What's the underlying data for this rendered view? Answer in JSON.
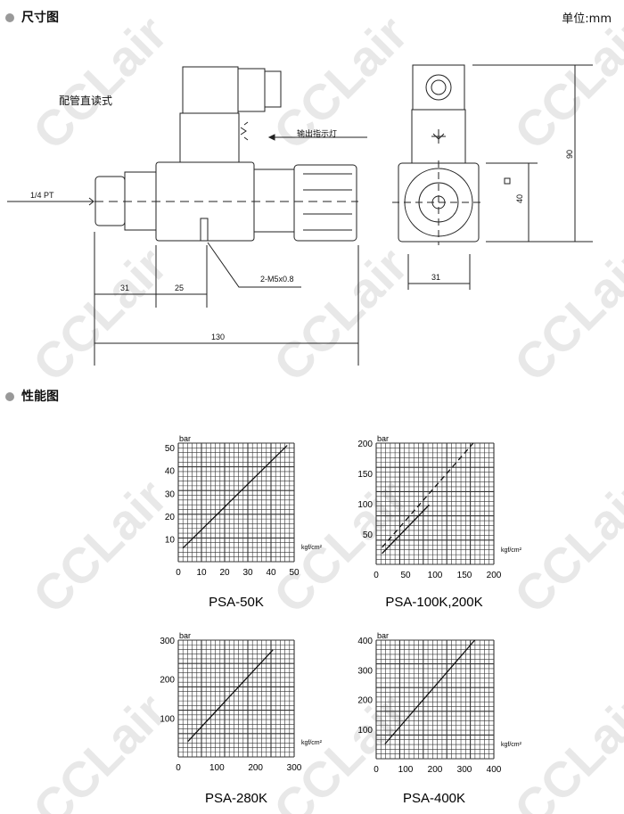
{
  "dimensions": {
    "section_title": "尺寸图",
    "unit_label": "单位:mm",
    "piping_type": "配管直读式",
    "port_label": "1/4 PT",
    "indicator_label": "输出指示灯",
    "screw_label": "2-M5x0.8",
    "dims": {
      "d31a": "31",
      "d25": "25",
      "d130": "130",
      "d90": "90",
      "d40": "40",
      "d31b": "31"
    }
  },
  "performance": {
    "section_title": "性能图"
  },
  "watermark": "CCLair",
  "chart_data": [
    {
      "type": "line",
      "title": "PSA-50K",
      "ylabel": "bar",
      "xlabel": "kgf/cm²",
      "xlim": [
        0,
        50
      ],
      "ylim": [
        0,
        52
      ],
      "xticks": [
        0,
        10,
        20,
        30,
        40,
        50
      ],
      "yticks": [
        10,
        20,
        30,
        40,
        50
      ],
      "grid": true,
      "series": [
        {
          "name": "solid",
          "style": "solid",
          "x": [
            2,
            47
          ],
          "y": [
            6,
            51
          ]
        }
      ]
    },
    {
      "type": "line",
      "title": "PSA-100K,200K",
      "ylabel": "bar",
      "xlabel": "kgf/cm²",
      "xlim": [
        0,
        200
      ],
      "ylim": [
        0,
        200
      ],
      "xticks": [
        0,
        50,
        100,
        150,
        200
      ],
      "yticks": [
        50,
        100,
        150,
        200
      ],
      "grid": true,
      "series": [
        {
          "name": "solid",
          "style": "solid",
          "x": [
            10,
            90
          ],
          "y": [
            18,
            98
          ]
        },
        {
          "name": "dashed",
          "style": "dashed",
          "x": [
            10,
            165
          ],
          "y": [
            28,
            200
          ]
        }
      ]
    },
    {
      "type": "line",
      "title": "PSA-280K",
      "ylabel": "bar",
      "xlabel": "kgf/cm²",
      "xlim": [
        0,
        300
      ],
      "ylim": [
        0,
        300
      ],
      "xticks": [
        0,
        100,
        200,
        300
      ],
      "yticks": [
        100,
        200,
        300
      ],
      "grid": true,
      "series": [
        {
          "name": "solid",
          "style": "solid",
          "x": [
            25,
            245
          ],
          "y": [
            40,
            275
          ]
        }
      ]
    },
    {
      "type": "line",
      "title": "PSA-400K",
      "ylabel": "bar",
      "xlabel": "kgf/cm²",
      "xlim": [
        0,
        400
      ],
      "ylim": [
        0,
        400
      ],
      "xticks": [
        0,
        100,
        200,
        300,
        400
      ],
      "yticks": [
        100,
        200,
        300,
        400
      ],
      "grid": true,
      "series": [
        {
          "name": "solid",
          "style": "solid",
          "x": [
            30,
            335
          ],
          "y": [
            50,
            400
          ]
        }
      ]
    }
  ]
}
